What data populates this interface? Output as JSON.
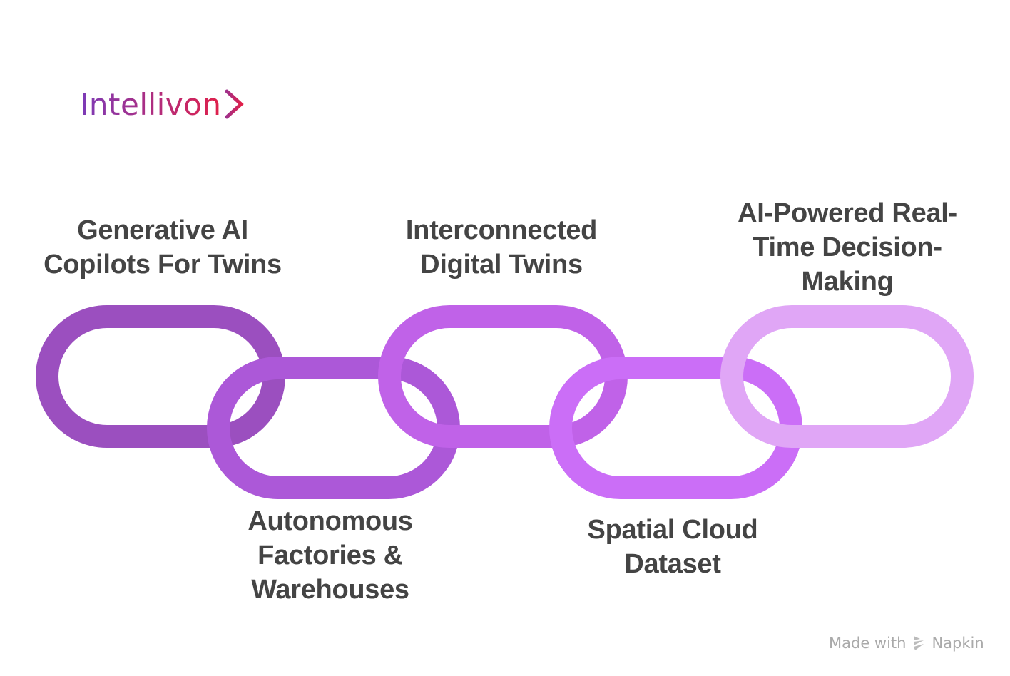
{
  "logo": {
    "text": "Intellivon"
  },
  "links": [
    {
      "label_lines": [
        "Generative AI",
        "Copilots For Twins"
      ],
      "color": "#9b4fbf"
    },
    {
      "label_lines": [
        "Autonomous",
        "Factories &",
        "Warehouses"
      ],
      "color": "#ac58d8"
    },
    {
      "label_lines": [
        "Interconnected",
        "Digital Twins"
      ],
      "color": "#c062e8"
    },
    {
      "label_lines": [
        "Spatial Cloud",
        "Dataset"
      ],
      "color": "#cb6ef7"
    },
    {
      "label_lines": [
        "AI-Powered Real-",
        "Time Decision-",
        "Making"
      ],
      "color": "#e0a6f6"
    }
  ],
  "footer": {
    "made_with": "Made with",
    "brand": "Napkin"
  }
}
